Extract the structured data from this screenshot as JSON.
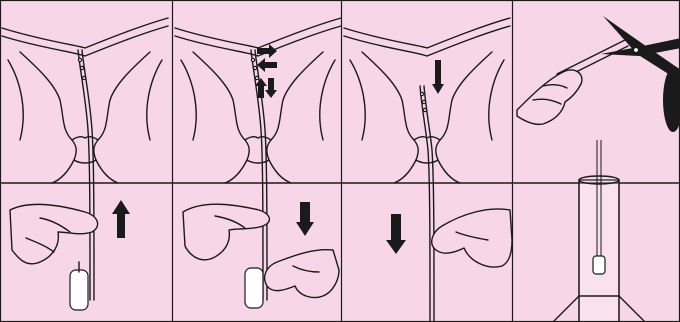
{
  "figure": {
    "type": "instructional-illustration",
    "panel_count": 4,
    "background_color": "#f7d7e7",
    "line_color": "#1a1a1a",
    "panels": [
      {
        "step": 1,
        "arrows": [
          "up-arrow-icon"
        ]
      },
      {
        "step": 2,
        "arrows": [
          "bidirectional-horizontal-arrow-icon",
          "bidirectional-vertical-arrow-icon",
          "down-arrow-icon"
        ]
      },
      {
        "step": 3,
        "arrows": [
          "down-arrow-icon",
          "down-arrow-icon"
        ]
      },
      {
        "step": 4,
        "arrows": []
      }
    ]
  }
}
